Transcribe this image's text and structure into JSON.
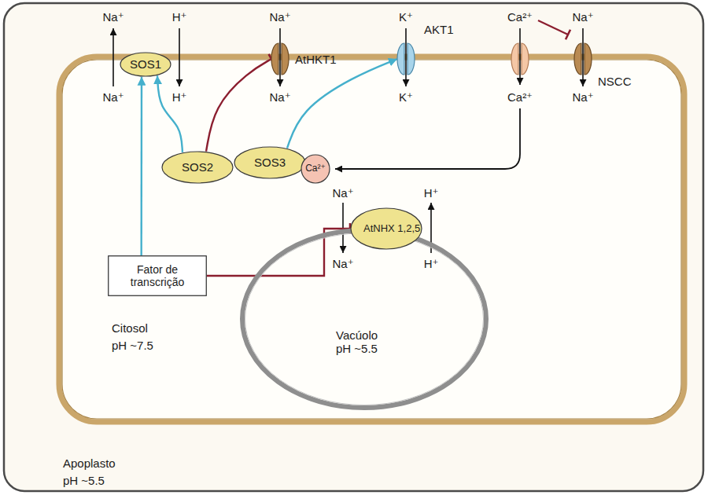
{
  "diagram": {
    "nodes": [
      {
        "text": [
          "SOS1"
        ]
      },
      {
        "text": [
          "AtHKT1"
        ]
      },
      {
        "text": [
          "AKT1"
        ]
      },
      {
        "text": [
          "NSCC"
        ]
      },
      {
        "text": [
          "SOS2"
        ]
      },
      {
        "text": [
          "SOS3"
        ]
      },
      {
        "text": [
          "Ca²⁺"
        ]
      },
      {
        "text": [
          "Fator de transcrição"
        ]
      },
      {
        "text": [
          "Vacúolo",
          "pH ~5.5"
        ]
      },
      {
        "text": [
          "AtNHX 1,2,5"
        ],
        "in": 8
      }
    ],
    "edges": [
      {
        "from": 7,
        "to": 0,
        "arrow": "to"
      },
      {
        "from": 4,
        "to": 0,
        "arrow": "to"
      },
      {
        "from": 4,
        "to": 1,
        "arrow": "to"
      },
      {
        "from": 5,
        "to": 2,
        "arrow": "to"
      },
      {
        "from": 7,
        "to": 9,
        "arrow": "to"
      }
    ],
    "labels": [
      "Na⁺",
      "H⁺",
      "Na⁺",
      "K⁺",
      "Ca²⁺",
      "Na⁺",
      "Na⁺",
      "H⁺",
      "Na⁺",
      "K⁺",
      "Ca²⁺",
      "Na⁺",
      "Na⁺",
      "H⁺",
      "Na⁺",
      "H⁺",
      "Citosol",
      "pH ~7.5",
      "Apoplasto",
      "pH ~5.5"
    ]
  }
}
